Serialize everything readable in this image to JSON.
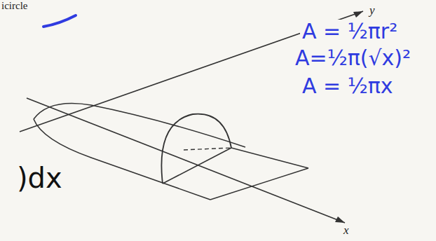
{
  "diagram": {
    "labels": [
      "icircle",
      "y",
      "x",
      "A = ½πr²",
      "A=½π(√x)²",
      "A = ½πx",
      ")dx"
    ]
  }
}
